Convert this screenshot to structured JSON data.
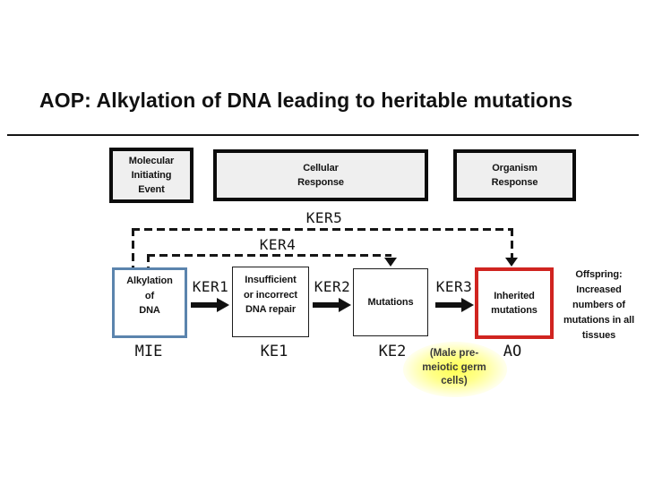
{
  "slide_title": "AOP: Alkylation of DNA leading to heritable mutations",
  "stage_headers": [
    {
      "label": "Molecular\nInitiating\nEvent"
    },
    {
      "label": "Cellular\nResponse"
    },
    {
      "label": "Organism\nResponse"
    }
  ],
  "key_event_boxes": [
    {
      "label": "Alkylation\nof\nDNA",
      "tag": "MIE"
    },
    {
      "label": "Insufficient\nor incorrect\nDNA repair",
      "tag": "KE1"
    },
    {
      "label": "Mutations",
      "tag": "KE2"
    },
    {
      "label": "Inherited\nmutations",
      "tag": "AO"
    }
  ],
  "key_event_relationships": {
    "ker1": {
      "label": "KER1"
    },
    "ker2": {
      "label": "KER2"
    },
    "ker3": {
      "label": "KER3"
    },
    "ker4": {
      "label": "KER4"
    },
    "ker5": {
      "label": "KER5"
    }
  },
  "annotations": {
    "germ_cells_note": "(Male pre-\nmeiotic germ\ncells)",
    "offspring_note": "Offspring:\nIncreased\nnumbers of\nmutations in all\ntissues"
  },
  "colors": {
    "mie_box_border": "#5b84ad",
    "ao_box_border": "#d02420",
    "stage_header_fill": "#efefef",
    "germ_cells_highlight": "#ffff46",
    "line_color": "#141414"
  }
}
